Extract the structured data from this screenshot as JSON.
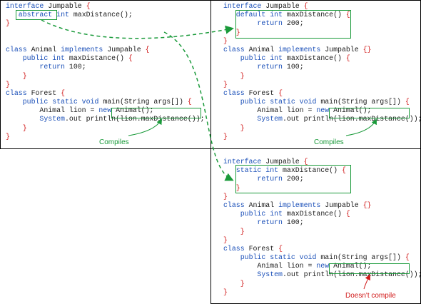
{
  "colors": {
    "keyword": "#1a4fb8",
    "brace": "#d11a1a",
    "text": "#1a1a1a",
    "highlight": "#1a9a3a",
    "compiles": "#1a9a3a",
    "error": "#d11a1a"
  },
  "panels": [
    {
      "id": "abstract",
      "lines": [
        [
          [
            "kw",
            "interface"
          ],
          [
            "tx",
            " Jumpable "
          ],
          [
            "br",
            "{"
          ]
        ],
        [
          [
            "tx",
            "   "
          ],
          [
            "kw",
            "abstract"
          ],
          [
            "tx",
            " "
          ],
          [
            "kw",
            "int"
          ],
          [
            "tx",
            " maxDistance();"
          ]
        ],
        [
          [
            "br",
            "}"
          ]
        ],
        [],
        [],
        [
          [
            "kw",
            "class"
          ],
          [
            "tx",
            " Animal "
          ],
          [
            "kw",
            "implements"
          ],
          [
            "tx",
            " Jumpable "
          ],
          [
            "br",
            "{"
          ]
        ],
        [
          [
            "tx",
            "    "
          ],
          [
            "kw",
            "public int"
          ],
          [
            "tx",
            " maxDistance() "
          ],
          [
            "br",
            "{"
          ]
        ],
        [
          [
            "tx",
            "        "
          ],
          [
            "kw",
            "return"
          ],
          [
            "tx",
            " 100;"
          ]
        ],
        [
          [
            "tx",
            "    "
          ],
          [
            "br",
            "}"
          ]
        ],
        [
          [
            "br",
            "}"
          ]
        ],
        [
          [
            "kw",
            "class"
          ],
          [
            "tx",
            " Forest "
          ],
          [
            "br",
            "{"
          ]
        ],
        [
          [
            "tx",
            "    "
          ],
          [
            "kw",
            "public static void"
          ],
          [
            "tx",
            " main(String args[]) "
          ],
          [
            "br",
            "{"
          ]
        ],
        [
          [
            "tx",
            "        Animal lion = "
          ],
          [
            "kw",
            "new"
          ],
          [
            "tx",
            " Animal();"
          ]
        ],
        [
          [
            "tx",
            "        "
          ],
          [
            "kw",
            "System"
          ],
          [
            "tx",
            ".out println(lion.maxDistance());"
          ]
        ],
        [
          [
            "tx",
            "    "
          ],
          [
            "br",
            "}"
          ]
        ],
        [
          [
            "br",
            "}"
          ]
        ]
      ],
      "callout": "Compiles"
    },
    {
      "id": "default",
      "lines": [
        [
          [
            "kw",
            "interface"
          ],
          [
            "tx",
            " Jumpable "
          ],
          [
            "br",
            "{"
          ]
        ],
        [
          [
            "tx",
            "   "
          ],
          [
            "kw",
            "default int"
          ],
          [
            "tx",
            " maxDistance() "
          ],
          [
            "br",
            "{"
          ]
        ],
        [
          [
            "tx",
            "        "
          ],
          [
            "kw",
            "return"
          ],
          [
            "tx",
            " 200;"
          ]
        ],
        [
          [
            "tx",
            "   "
          ],
          [
            "br",
            "}"
          ]
        ],
        [
          [
            "br",
            "}"
          ]
        ],
        [
          [
            "kw",
            "class"
          ],
          [
            "tx",
            " Animal "
          ],
          [
            "kw",
            "implements"
          ],
          [
            "tx",
            " Jumpable "
          ],
          [
            "br",
            "{}"
          ]
        ],
        [
          [
            "tx",
            "    "
          ],
          [
            "kw",
            "public int"
          ],
          [
            "tx",
            " maxDistance() "
          ],
          [
            "br",
            "{"
          ]
        ],
        [
          [
            "tx",
            "        "
          ],
          [
            "kw",
            "return"
          ],
          [
            "tx",
            " 100;"
          ]
        ],
        [
          [
            "tx",
            "    "
          ],
          [
            "br",
            "}"
          ]
        ],
        [
          [
            "br",
            "}"
          ]
        ],
        [
          [
            "kw",
            "class"
          ],
          [
            "tx",
            " Forest "
          ],
          [
            "br",
            "{"
          ]
        ],
        [
          [
            "tx",
            "    "
          ],
          [
            "kw",
            "public static void"
          ],
          [
            "tx",
            " main(String args[]) "
          ],
          [
            "br",
            "{"
          ]
        ],
        [
          [
            "tx",
            "        Animal lion = "
          ],
          [
            "kw",
            "new"
          ],
          [
            "tx",
            " Animal();"
          ]
        ],
        [
          [
            "tx",
            "        "
          ],
          [
            "kw",
            "System"
          ],
          [
            "tx",
            ".out println(lion.maxDistance());"
          ]
        ],
        [
          [
            "tx",
            "    "
          ],
          [
            "br",
            "}"
          ]
        ],
        [
          [
            "br",
            "}"
          ]
        ]
      ],
      "callout": "Compiles"
    },
    {
      "id": "static",
      "lines": [
        [
          [
            "kw",
            "interface"
          ],
          [
            "tx",
            " Jumpable "
          ],
          [
            "br",
            "{"
          ]
        ],
        [
          [
            "tx",
            "   "
          ],
          [
            "kw",
            "static int"
          ],
          [
            "tx",
            " maxDistance() "
          ],
          [
            "br",
            "{"
          ]
        ],
        [
          [
            "tx",
            "        "
          ],
          [
            "kw",
            "return"
          ],
          [
            "tx",
            " 200;"
          ]
        ],
        [
          [
            "tx",
            "   "
          ],
          [
            "br",
            "}"
          ]
        ],
        [
          [
            "br",
            "}"
          ]
        ],
        [
          [
            "kw",
            "class"
          ],
          [
            "tx",
            " Animal "
          ],
          [
            "kw",
            "implements"
          ],
          [
            "tx",
            " Jumpable "
          ],
          [
            "br",
            "{}"
          ]
        ],
        [
          [
            "tx",
            "    "
          ],
          [
            "kw",
            "public int"
          ],
          [
            "tx",
            " maxDistance() "
          ],
          [
            "br",
            "{"
          ]
        ],
        [
          [
            "tx",
            "        "
          ],
          [
            "kw",
            "return"
          ],
          [
            "tx",
            " 100;"
          ]
        ],
        [
          [
            "tx",
            "    "
          ],
          [
            "br",
            "}"
          ]
        ],
        [
          [
            "br",
            "}"
          ]
        ],
        [
          [
            "kw",
            "class"
          ],
          [
            "tx",
            " Forest "
          ],
          [
            "br",
            "{"
          ]
        ],
        [
          [
            "tx",
            "    "
          ],
          [
            "kw",
            "public static void"
          ],
          [
            "tx",
            " main(String args[]) "
          ],
          [
            "br",
            "{"
          ]
        ],
        [
          [
            "tx",
            "        Animal lion = "
          ],
          [
            "kw",
            "new"
          ],
          [
            "tx",
            " Animal();"
          ]
        ],
        [
          [
            "tx",
            "        "
          ],
          [
            "kw",
            "System"
          ],
          [
            "tx",
            ".out println(lion.maxDistance());"
          ]
        ],
        [
          [
            "tx",
            "    "
          ],
          [
            "br",
            "}"
          ]
        ],
        [
          [
            "br",
            "}"
          ]
        ]
      ],
      "callout": "Doesn't compile"
    }
  ]
}
